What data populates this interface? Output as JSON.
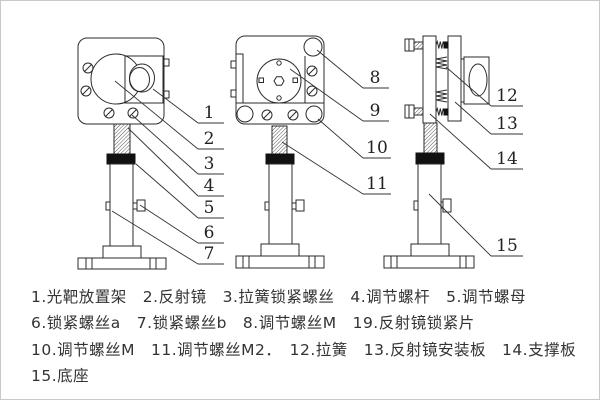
{
  "figure": {
    "description_colors": {
      "line": "#2b2b2b",
      "background": "#ffffff",
      "border": "#c9c9c9",
      "nut_fill": "#111111"
    },
    "part_labels": {
      "p1": "1",
      "p2": "2",
      "p3": "3",
      "p4": "4",
      "p5": "5",
      "p6": "6",
      "p7": "7",
      "p8": "8",
      "p9": "9",
      "p10": "10",
      "p11": "11",
      "p12": "12",
      "p13": "13",
      "p14": "14",
      "p15": "15"
    }
  },
  "caption": {
    "line1": "1.光靶放置架　2.反射镜　3.拉簧锁紧螺丝　4.调节螺杆　5.调节螺母",
    "line2": "6.锁紧螺丝a　7.锁紧螺丝b　8.调节螺丝M　19.反射镜锁紧片",
    "line3": "10.调节螺丝M　11.调节螺丝M2．　12.拉簧　13.反射镜安装板　14.支撑板",
    "line4": "15.底座"
  },
  "parts_list": [
    {
      "num": "1",
      "name": "光靶放置架"
    },
    {
      "num": "2",
      "name": "反射镜"
    },
    {
      "num": "3",
      "name": "拉簧锁紧螺丝"
    },
    {
      "num": "4",
      "name": "调节螺杆"
    },
    {
      "num": "5",
      "name": "调节螺母"
    },
    {
      "num": "6",
      "name": "锁紧螺丝a"
    },
    {
      "num": "7",
      "name": "锁紧螺丝b"
    },
    {
      "num": "8",
      "name": "调节螺丝M"
    },
    {
      "num": "19",
      "name": "反射镜锁紧片"
    },
    {
      "num": "10",
      "name": "调节螺丝M"
    },
    {
      "num": "11",
      "name": "调节螺丝M2．"
    },
    {
      "num": "12",
      "name": "拉簧"
    },
    {
      "num": "13",
      "name": "反射镜安装板"
    },
    {
      "num": "14",
      "name": "支撑板"
    },
    {
      "num": "15",
      "name": "底座"
    }
  ]
}
